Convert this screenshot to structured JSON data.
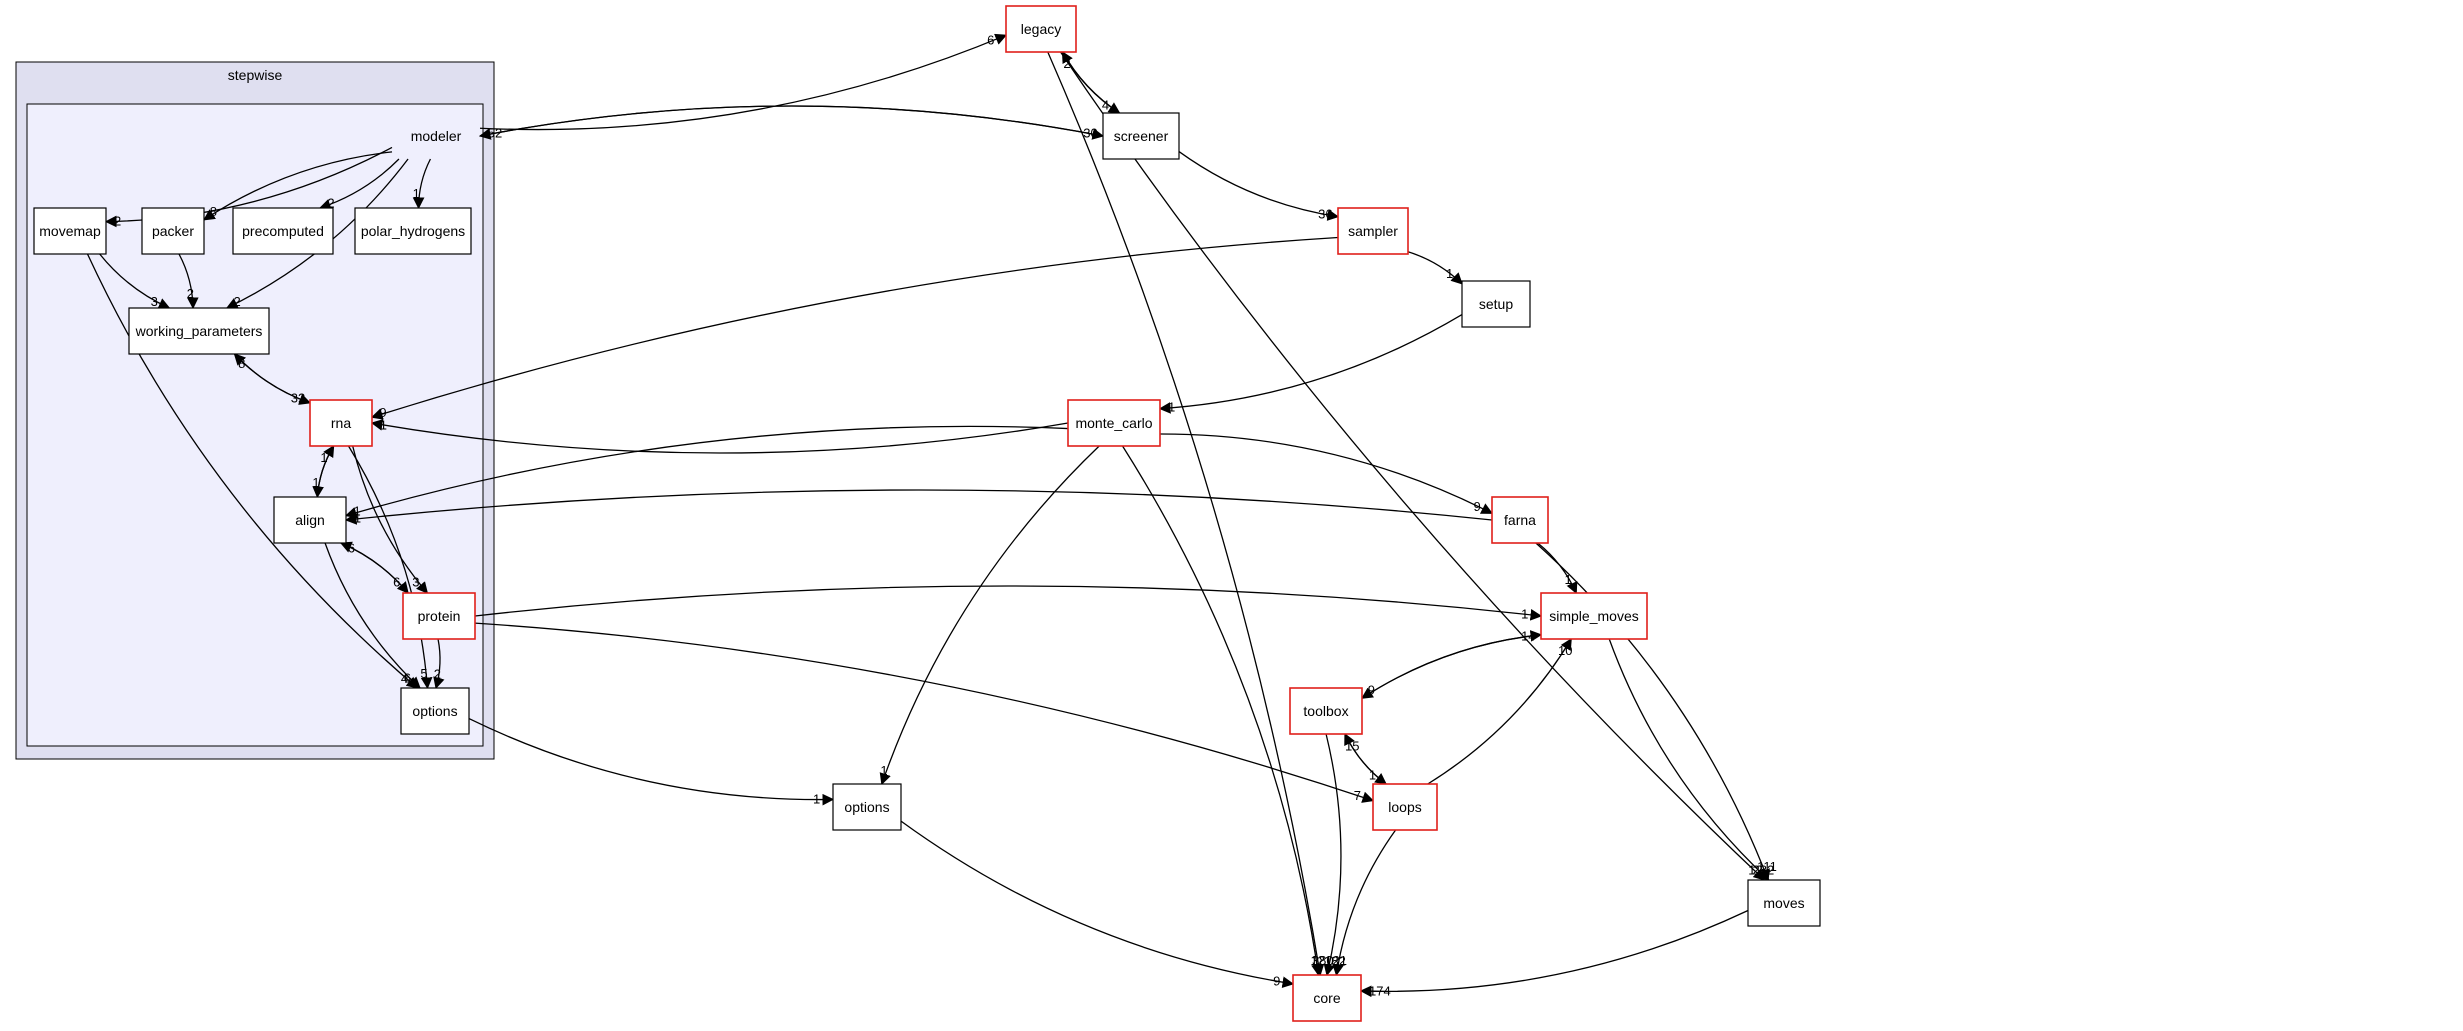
{
  "diagram": {
    "clusters": [
      {
        "id": "stepwise",
        "label": "stepwise"
      },
      {
        "id": "modeler_cluster",
        "label": ""
      }
    ],
    "nodes": [
      {
        "id": "modeler",
        "label": "modeler",
        "style": "plain"
      },
      {
        "id": "movemap",
        "label": "movemap",
        "style": "box"
      },
      {
        "id": "packer",
        "label": "packer",
        "style": "box"
      },
      {
        "id": "precomputed",
        "label": "precomputed",
        "style": "box"
      },
      {
        "id": "polar_hydrogens",
        "label": "polar_hydrogens",
        "style": "box"
      },
      {
        "id": "working_parameters",
        "label": "working_parameters",
        "style": "box"
      },
      {
        "id": "rna",
        "label": "rna",
        "style": "red"
      },
      {
        "id": "align",
        "label": "align",
        "style": "box"
      },
      {
        "id": "protein",
        "label": "protein",
        "style": "red"
      },
      {
        "id": "options_inner",
        "label": "options",
        "style": "box"
      },
      {
        "id": "legacy",
        "label": "legacy",
        "style": "red"
      },
      {
        "id": "screener",
        "label": "screener",
        "style": "box"
      },
      {
        "id": "sampler",
        "label": "sampler",
        "style": "red"
      },
      {
        "id": "setup",
        "label": "setup",
        "style": "box"
      },
      {
        "id": "monte_carlo",
        "label": "monte_carlo",
        "style": "red"
      },
      {
        "id": "farna",
        "label": "farna",
        "style": "red"
      },
      {
        "id": "simple_moves",
        "label": "simple_moves",
        "style": "red"
      },
      {
        "id": "toolbox",
        "label": "toolbox",
        "style": "red"
      },
      {
        "id": "loops",
        "label": "loops",
        "style": "red"
      },
      {
        "id": "options_outer",
        "label": "options",
        "style": "box"
      },
      {
        "id": "moves",
        "label": "moves",
        "style": "box"
      },
      {
        "id": "core",
        "label": "core",
        "style": "red"
      }
    ],
    "edges": [
      {
        "from": "modeler",
        "to": "legacy",
        "label": "6"
      },
      {
        "from": "modeler",
        "to": "screener",
        "label": "30"
      },
      {
        "from": "screener",
        "to": "modeler",
        "label": "52"
      },
      {
        "from": "modeler",
        "to": "movemap",
        "label": "2"
      },
      {
        "from": "modeler",
        "to": "packer",
        "label": "8"
      },
      {
        "from": "modeler",
        "to": "precomputed",
        "label": "2"
      },
      {
        "from": "modeler",
        "to": "polar_hydrogens",
        "label": "1"
      },
      {
        "from": "modeler",
        "to": "working_parameters",
        "label": "2"
      },
      {
        "from": "legacy",
        "to": "screener",
        "label": "4"
      },
      {
        "from": "screener",
        "to": "legacy",
        "label": "2"
      },
      {
        "from": "screener",
        "to": "sampler",
        "label": "36"
      },
      {
        "from": "sampler",
        "to": "setup",
        "label": "1"
      },
      {
        "from": "sampler",
        "to": "rna",
        "label": "9"
      },
      {
        "from": "setup",
        "to": "monte_carlo",
        "label": "1"
      },
      {
        "from": "movemap",
        "to": "working_parameters",
        "label": "3"
      },
      {
        "from": "packer",
        "to": "working_parameters",
        "label": "2"
      },
      {
        "from": "working_parameters",
        "to": "rna",
        "label": "32"
      },
      {
        "from": "rna",
        "to": "working_parameters",
        "label": "8"
      },
      {
        "from": "rna",
        "to": "align",
        "label": "1"
      },
      {
        "from": "align",
        "to": "rna",
        "label": "1"
      },
      {
        "from": "rna",
        "to": "protein",
        "label": "3"
      },
      {
        "from": "align",
        "to": "protein",
        "label": "6"
      },
      {
        "from": "protein",
        "to": "align",
        "label": "6"
      },
      {
        "from": "protein",
        "to": "options_inner",
        "label": "2"
      },
      {
        "from": "align",
        "to": "options_inner",
        "label": "6"
      },
      {
        "from": "rna",
        "to": "options_inner",
        "label": "5"
      },
      {
        "from": "movemap",
        "to": "options_inner",
        "label": "4"
      },
      {
        "from": "monte_carlo",
        "to": "rna",
        "label": "1"
      },
      {
        "from": "monte_carlo",
        "to": "align",
        "label": "1"
      },
      {
        "from": "monte_carlo",
        "to": "farna",
        "label": "9"
      },
      {
        "from": "monte_carlo",
        "to": "options_outer",
        "label": "1"
      },
      {
        "from": "farna",
        "to": "simple_moves",
        "label": "1"
      },
      {
        "from": "farna",
        "to": "align",
        "label": "1"
      },
      {
        "from": "protein",
        "to": "simple_moves",
        "label": "1"
      },
      {
        "from": "simple_moves",
        "to": "toolbox",
        "label": "9"
      },
      {
        "from": "toolbox",
        "to": "simple_moves",
        "label": "14"
      },
      {
        "from": "toolbox",
        "to": "loops",
        "label": "1"
      },
      {
        "from": "loops",
        "to": "toolbox",
        "label": "15"
      },
      {
        "from": "loops",
        "to": "simple_moves",
        "label": "10"
      },
      {
        "from": "protein",
        "to": "loops",
        "label": "7"
      },
      {
        "from": "options_inner",
        "to": "options_outer",
        "label": "1"
      },
      {
        "from": "toolbox",
        "to": "core",
        "label": "182"
      },
      {
        "from": "loops",
        "to": "core",
        "label": "21"
      },
      {
        "from": "moves",
        "to": "core",
        "label": "174"
      },
      {
        "from": "simple_moves",
        "to": "moves",
        "label": "282"
      },
      {
        "from": "farna",
        "to": "moves",
        "label": "111"
      },
      {
        "from": "legacy",
        "to": "moves",
        "label": "12"
      },
      {
        "from": "legacy",
        "to": "core",
        "label": "380"
      },
      {
        "from": "options_outer",
        "to": "core",
        "label": "9"
      },
      {
        "from": "monte_carlo",
        "to": "core",
        "label": "121"
      }
    ]
  }
}
